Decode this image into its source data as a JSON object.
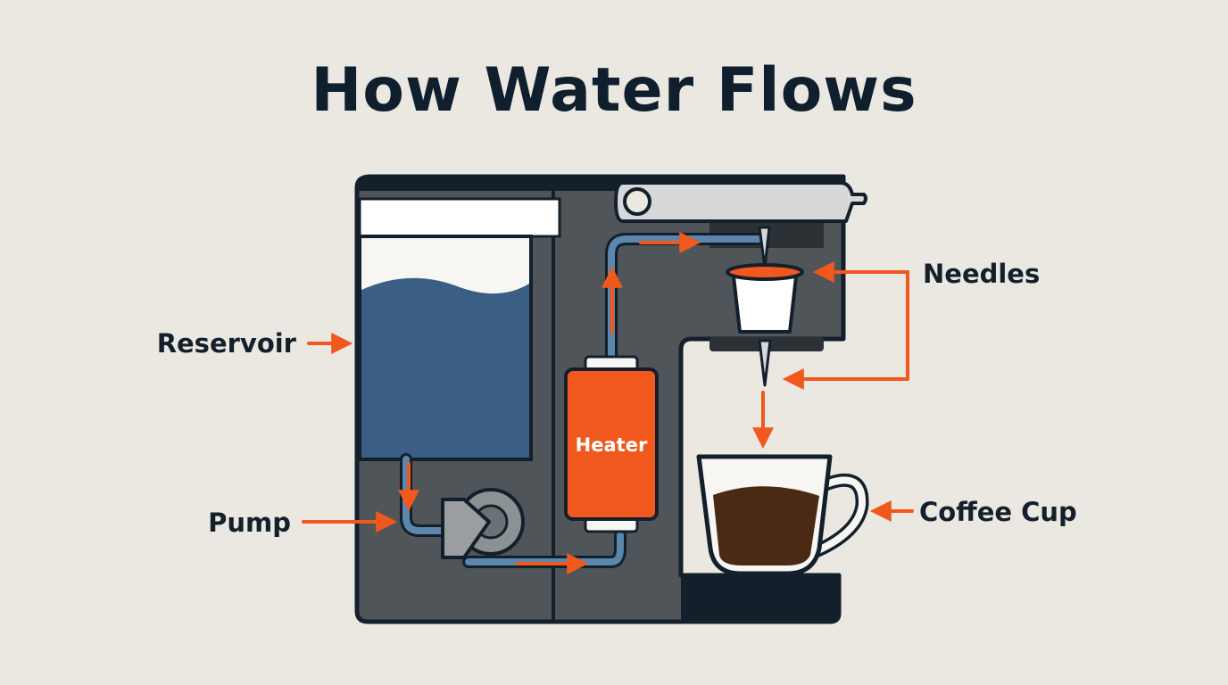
{
  "title": "How Water Flows",
  "labels": {
    "reservoir": "Reservoir",
    "pump": "Pump",
    "heater": "Heater",
    "needles": "Needles",
    "coffee_cup": "Coffee Cup"
  },
  "colors": {
    "background": "#ebe8e2",
    "machine_body": "#4f5559",
    "outline": "#13202c",
    "water": "#3b5f84",
    "heater": "#f0581e",
    "arrow": "#f0581e",
    "coffee": "#4a2a14"
  },
  "icons": [
    "pump-icon",
    "heater-icon",
    "k-cup-icon",
    "needle-icon",
    "coffee-cup-icon"
  ]
}
